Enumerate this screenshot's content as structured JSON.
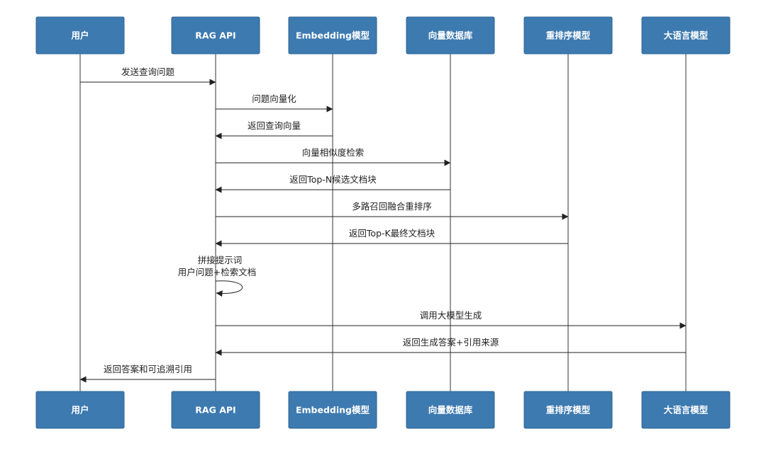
{
  "participants": [
    {
      "id": "user",
      "label": "用户"
    },
    {
      "id": "api",
      "label": "RAG API"
    },
    {
      "id": "embed",
      "label": "Embedding模型"
    },
    {
      "id": "vdb",
      "label": "向量数据库"
    },
    {
      "id": "rerank",
      "label": "重排序模型"
    },
    {
      "id": "llm",
      "label": "大语言模型"
    }
  ],
  "messages": [
    {
      "from": "user",
      "to": "api",
      "label": "发送查询问题"
    },
    {
      "from": "api",
      "to": "embed",
      "label": "问题向量化"
    },
    {
      "from": "embed",
      "to": "api",
      "label": "返回查询向量"
    },
    {
      "from": "api",
      "to": "vdb",
      "label": "向量相似度检索"
    },
    {
      "from": "vdb",
      "to": "api",
      "label": "返回Top-N候选文档块"
    },
    {
      "from": "api",
      "to": "rerank",
      "label": "多路召回融合重排序"
    },
    {
      "from": "rerank",
      "to": "api",
      "label": "返回Top-K最终文档块"
    },
    {
      "from": "api",
      "to": "api",
      "label": "拼接提示词",
      "label2": "用户问题+检索文档"
    },
    {
      "from": "api",
      "to": "llm",
      "label": "调用大模型生成"
    },
    {
      "from": "llm",
      "to": "api",
      "label": "返回生成答案+引用来源"
    },
    {
      "from": "api",
      "to": "user",
      "label": "返回答案和可追溯引用"
    }
  ]
}
